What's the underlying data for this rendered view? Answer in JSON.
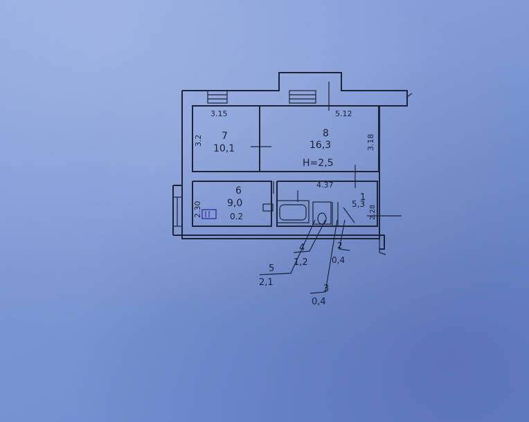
{
  "plan": {
    "ceiling_height": "H=2,5",
    "rooms": [
      {
        "number": "7",
        "area": "10,1",
        "width": "3.15",
        "height": "3.2"
      },
      {
        "number": "8",
        "area": "16,3",
        "width": "5.12",
        "height": "3.18"
      },
      {
        "number": "6",
        "area": "9,0",
        "width": "4.37",
        "height": "2.30",
        "extra": "0.2"
      },
      {
        "number": "1",
        "area": "5,3",
        "height": "2.28"
      }
    ],
    "callouts": [
      {
        "number": "5",
        "area": "2,1"
      },
      {
        "number": "4",
        "area": "1,2"
      },
      {
        "number": "2",
        "area": "0,4"
      },
      {
        "number": "3",
        "area": "0,4"
      }
    ]
  }
}
